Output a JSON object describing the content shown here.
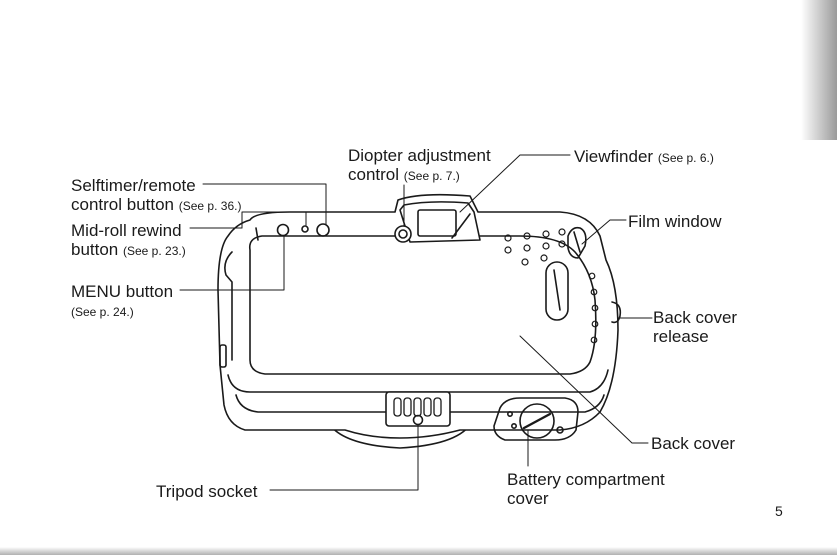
{
  "labels": {
    "diopter": {
      "text": "Diopter adjustment",
      "line2": "control",
      "ref": "(See p. 7.)"
    },
    "viewfinder": {
      "text": "Viewfinder",
      "ref": "(See p. 6.)"
    },
    "selftimer": {
      "line1": "Selftimer/remote",
      "line2": "control button",
      "ref": "(See p. 36.)"
    },
    "midroll": {
      "line1": "Mid-roll rewind",
      "line2": "button",
      "ref": "(See p. 23.)"
    },
    "filmwindow": {
      "text": "Film window"
    },
    "menu": {
      "text": "MENU button",
      "ref": "(See p. 24.)"
    },
    "backrelease": {
      "line1": "Back cover",
      "line2": "release"
    },
    "backcover": {
      "text": "Back cover"
    },
    "tripod": {
      "text": "Tripod socket"
    },
    "battery": {
      "line1": "Battery compartment",
      "line2": "cover"
    }
  },
  "page_number": "5",
  "colors": {
    "ink": "#1a1a1a",
    "page": "#ffffff",
    "edge_shadow": "#8a8a8a"
  }
}
